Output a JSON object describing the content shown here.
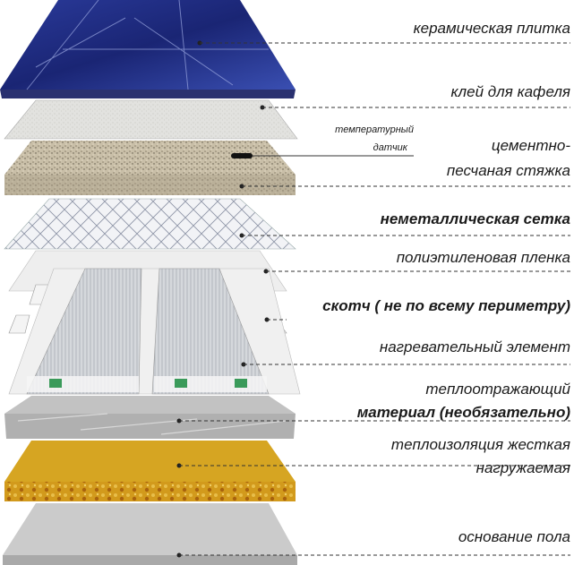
{
  "labels": {
    "ceramic_tile": "керамическая плитка",
    "tile_adhesive": "клей для кафеля",
    "temp_sensor_line1": "температурный",
    "temp_sensor_line2": "датчик",
    "screed_line1": "цементно-",
    "screed_line2": "песчаная стяжка",
    "mesh": "неметаллическая сетка",
    "poly_film": "полиэтиленовая пленка",
    "tape": "скотч ( не по всему периметру)",
    "heating_element": "нагревательный элемент",
    "reflective_line1": "теплоотражающий",
    "reflective_line2": "материал (необязательно)",
    "insulation_line1": "теплоизоляция жесткая",
    "insulation_line2": "нагружаемая",
    "floor_base": "основание пола"
  },
  "colors": {
    "tile_dark": "#1c2a7a",
    "tile_light": "#3346a8",
    "adhesive": "#e4e4e2",
    "screed": "#c9bfa8",
    "mesh_line": "#8f96a8",
    "film": "#efefef",
    "heater": "#cfd3d8",
    "reflective": "#b8b8b8",
    "insulation": "#d6a522",
    "insulation_side": "#b06a10",
    "base": "#cbcbcb"
  }
}
